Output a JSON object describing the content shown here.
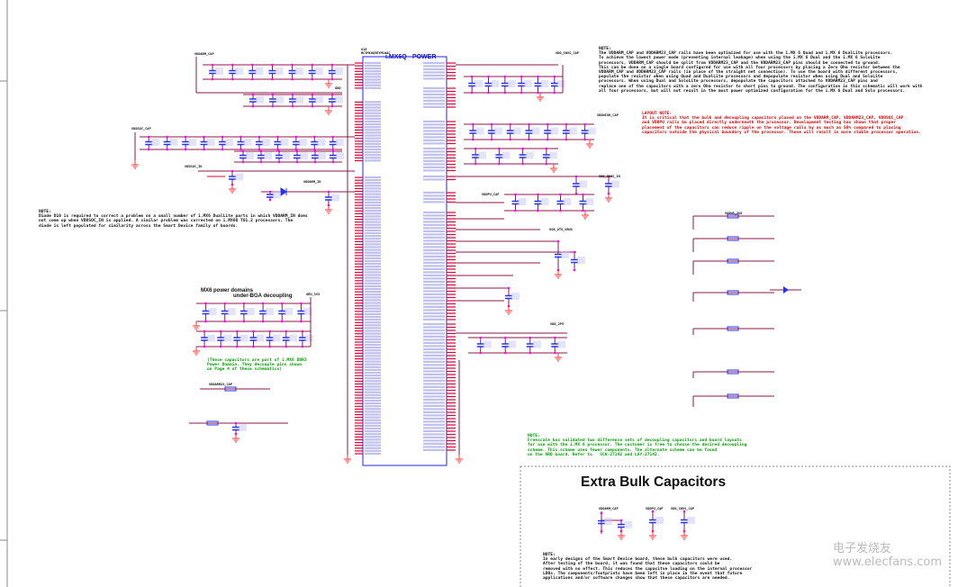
{
  "chip": {
    "ref": "U1E",
    "part": "MCIMX6Q5EYM10AC",
    "title": "i.MX6Q - POWER"
  },
  "nets": {
    "vddarm_cap": "VDDARM_CAP",
    "vddarm23_cap": "VDDARM23_CAP",
    "vddsoc_cap": "VDDSOC_CAP",
    "vddsoc_in": "VDDSOC_IN",
    "vddarm_in": "VDDARM_IN",
    "vdd_snvs_cap": "VDD_SNVS_CAP",
    "vdd_snvs_in": "VDD_SNVS_IN",
    "vddhigh_cap": "VDDHIGH_CAP",
    "vddpu_cap": "VDDPU_CAP",
    "gen_3v3": "GEN_3V3",
    "vdd_2p5": "VDD_2P5",
    "gnd": "GND",
    "usb_otg_vbus": "USB_OTG_VBUS",
    "vgen5": "VGEN5_2V8"
  },
  "power_domains": {
    "title_line1": "MX6 power domains",
    "title_line2": "under-BGA decoupling",
    "caption": "(These capacitors are part of i.MX6 DDR3\nPower Domain. They decouple pins shown\non Page 4 of these schematics)"
  },
  "notes": {
    "top_right": "NOTE:\nThe VDDARM_CAP and VDDARM23_CAP rails have been optimized for use with the i.MX 6 Quad and i.MX 6 DualLite processors.\nTo achieve the lowest power mode (preventing internal leakage) when using the i.MX 6 Dual and the i.MX 6 SoloLite\nprocessors, VDDARM_CAP should be split from VDDARM23_CAP and the VDDARM23_CAP pins should be connected to ground.\nThis can be done on a single board configured for use with all four processors by placing a Zero Ohm resistor between the\nVDDARM_CAP and VDDARM23_CAP rails (in place of the straight net connection). To use the board with different processors,\npopulate the resistor when using Quad and DualLite processors and depopulate resistor when using Dual and SoloLite\nprocessors. When using Dual and SoloLite processors, depopulate the capacitors attached to VDDARM23_CAP pins and\nreplace one of the capacitors with a zero Ohm resistor to short pins to ground. The configuration in this schematic will work with\nall four processors, but will not result in the most power optimized configuration for the i.MX 6 Dual and Solo processors.",
    "layout": "LAYOUT NOTE:\nIt is critical that the bulk and decoupling capacitors placed on the VDDARM_CAP, VDDARM23_CAP, VDDSOC_CAP\nand VDDPU rails be placed directly underneath the processor. Development testing has shown that proper\nplacement of the capacitors can reduce ripple on the voltage rails by as much as 50% compared to placing\ncapacitors outside the physical boundary of the processor. These will result in more stable processor operation.",
    "left": "NOTE:\nDiode D10 is required to correct a problem on a small number of i.MX6 DualLite parts in which VDDARM_IN does\nnot come up when VDDSOC_IN is applied. A similar problem was corrected on i.MX6Q TO1.2 processors. The\ndiode is left populated for similarity across the Smart Device family of boards.",
    "freescale": "NOTE:\nFreescale has validated two difference sets of decoupling capacitors and board layouts\nfor use with the i.MX 6 processor. The customer is free to choose the desired decoupling\nscheme. This scheme uses fewer components. The alternate scheme can be found\non the ARD board. Refer to   SCH-27142 and LAY-27142.",
    "bulk": "NOTE:\nIn early designs of the Smart Device board, these bulk capacitors were used.\nAfter testing of the board, it was found that these capacitors could be\nremoved with no effect. This reduces the capacitve loading on the internal processor\nLDOs. The components/footprints have been left in place in the event that future\napplications and/or software changes show that these capacitors are needed."
  },
  "bulk_section": {
    "title": "Extra Bulk Capacitors"
  },
  "watermark": "电子发烧友  www.elecfans.com",
  "colors": {
    "wire": "#8b1a4a",
    "pin": "#e00030",
    "chip": "#2020ff",
    "cap": "#2030ff",
    "junction": "#ff00ff",
    "gnd": "#ff3030"
  }
}
